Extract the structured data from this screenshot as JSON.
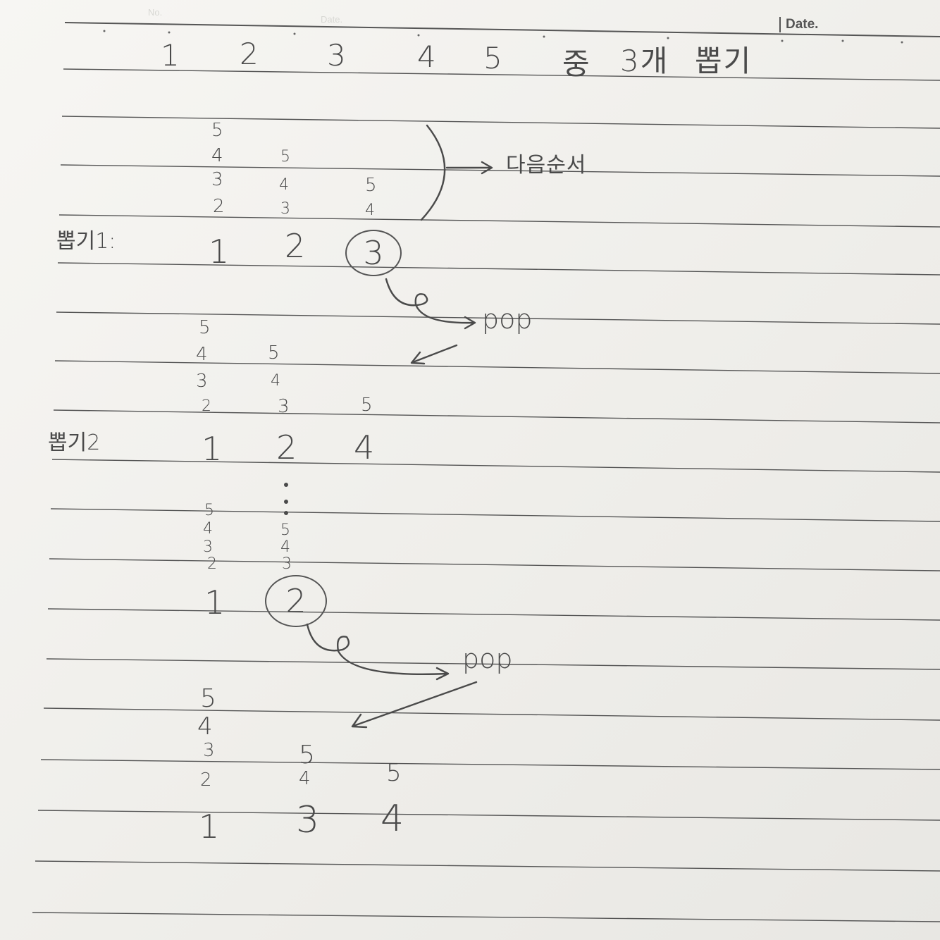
{
  "header": {
    "date_label": "Date.",
    "faint_left": "No.",
    "faint_right": "Date."
  },
  "title": {
    "numbers": [
      "1",
      "2",
      "3",
      "4",
      "5"
    ],
    "text_a": "중",
    "text_b": "3개",
    "text_c": "뽑기"
  },
  "section1": {
    "col1": [
      "5",
      "4",
      "3",
      "2"
    ],
    "col2": [
      "5",
      "4",
      "3"
    ],
    "col3": [
      "5",
      "4"
    ],
    "next_label": "다음순서",
    "pick_label": "뽑기1:",
    "picks": [
      "1",
      "2",
      "3"
    ],
    "pop_label": "pop"
  },
  "section2": {
    "col1": [
      "5",
      "4",
      "3",
      "2"
    ],
    "col2": [
      "5",
      "4",
      "3"
    ],
    "col3": [
      "5"
    ],
    "pick_label": "뽑기2",
    "picks": [
      "1",
      "2",
      "4"
    ]
  },
  "section3": {
    "col1": [
      "5",
      "4",
      "3",
      "2"
    ],
    "col2": [
      "5",
      "4",
      "3"
    ],
    "picks": [
      "1",
      "2"
    ],
    "pop_label": "pop"
  },
  "section4": {
    "col1": [
      "5",
      "4",
      "3",
      "2"
    ],
    "col2": [
      "5",
      "4"
    ],
    "col3": [
      "5"
    ],
    "picks": [
      "1",
      "3",
      "4"
    ]
  }
}
